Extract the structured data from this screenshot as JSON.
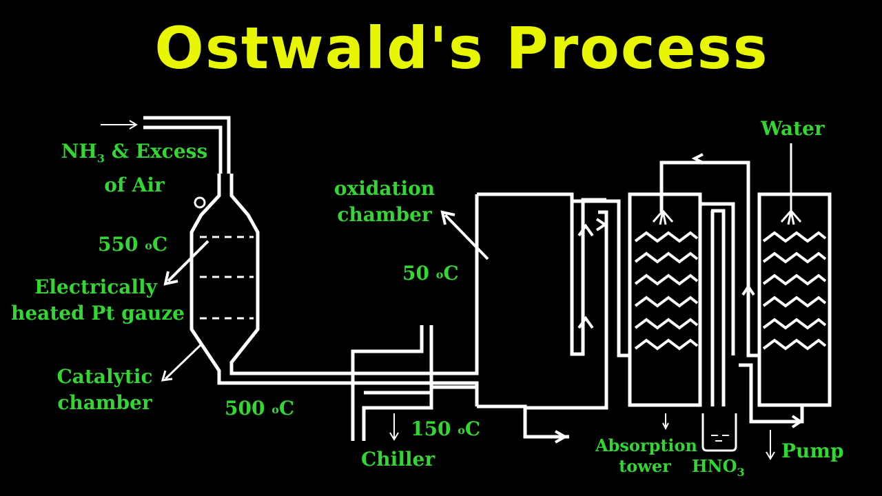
{
  "title": "Ostwald's Process",
  "labels": {
    "feed_line1": "NH",
    "feed_sub": "3",
    "feed_line1_rest": " & Excess",
    "feed_line2": "of Air",
    "temp_550": "550 ",
    "temp_550_sup": "o",
    "temp_550_unit": "C",
    "pt_gauze_line1": "Electrically",
    "pt_gauze_line2": "heated Pt gauze",
    "catalytic_line1": "Catalytic",
    "catalytic_line2": "chamber",
    "temp_500": "500 ",
    "temp_500_sup": "o",
    "temp_500_unit": "C",
    "oxidation_line1": "oxidation",
    "oxidation_line2": "chamber",
    "temp_50": "50 ",
    "temp_50_sup": "o",
    "temp_50_unit": "C",
    "temp_150": "150 ",
    "temp_150_sup": "o",
    "temp_150_unit": "C",
    "chiller": "Chiller",
    "absorption_line1": "Absorption",
    "absorption_line2": "tower",
    "hno3": "HNO",
    "hno3_sub": "3",
    "water": "Water",
    "pump": "Pump"
  },
  "colors": {
    "title": "#e8f700",
    "label": "#33d633",
    "line": "#ffffff",
    "background": "#000000"
  }
}
